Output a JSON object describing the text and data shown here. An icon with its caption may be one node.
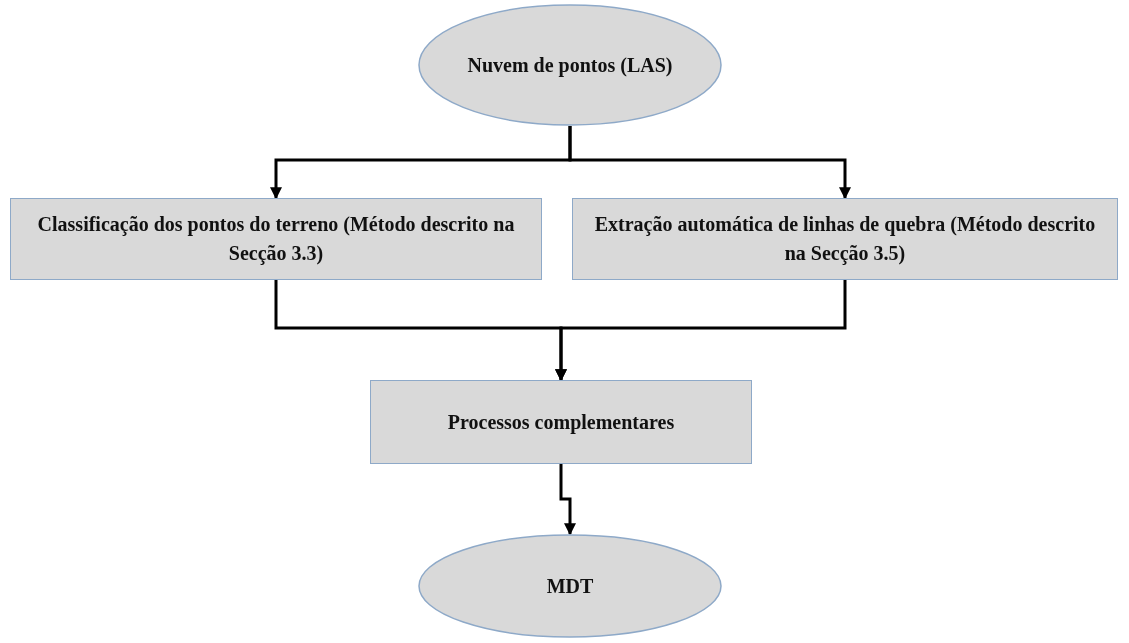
{
  "diagram": {
    "nodes": [
      {
        "text": [
          "Nuvem de pontos (LAS)"
        ]
      },
      {
        "text": [
          "Classificação dos pontos do terreno (Método descrito na Secção 3.3)"
        ]
      },
      {
        "text": [
          "Extração automática de linhas de quebra (Método descrito na Secção 3.5)"
        ]
      },
      {
        "text": [
          "Processos complementares"
        ]
      },
      {
        "text": [
          "MDT"
        ]
      }
    ],
    "edges": [
      {
        "from": 0,
        "to": 1,
        "arrow": "to"
      },
      {
        "from": 0,
        "to": 2,
        "arrow": "to"
      },
      {
        "from": 1,
        "to": 3,
        "arrow": "to"
      },
      {
        "from": 2,
        "to": 3,
        "arrow": "to"
      },
      {
        "from": 3,
        "to": 4,
        "arrow": "to"
      }
    ]
  }
}
